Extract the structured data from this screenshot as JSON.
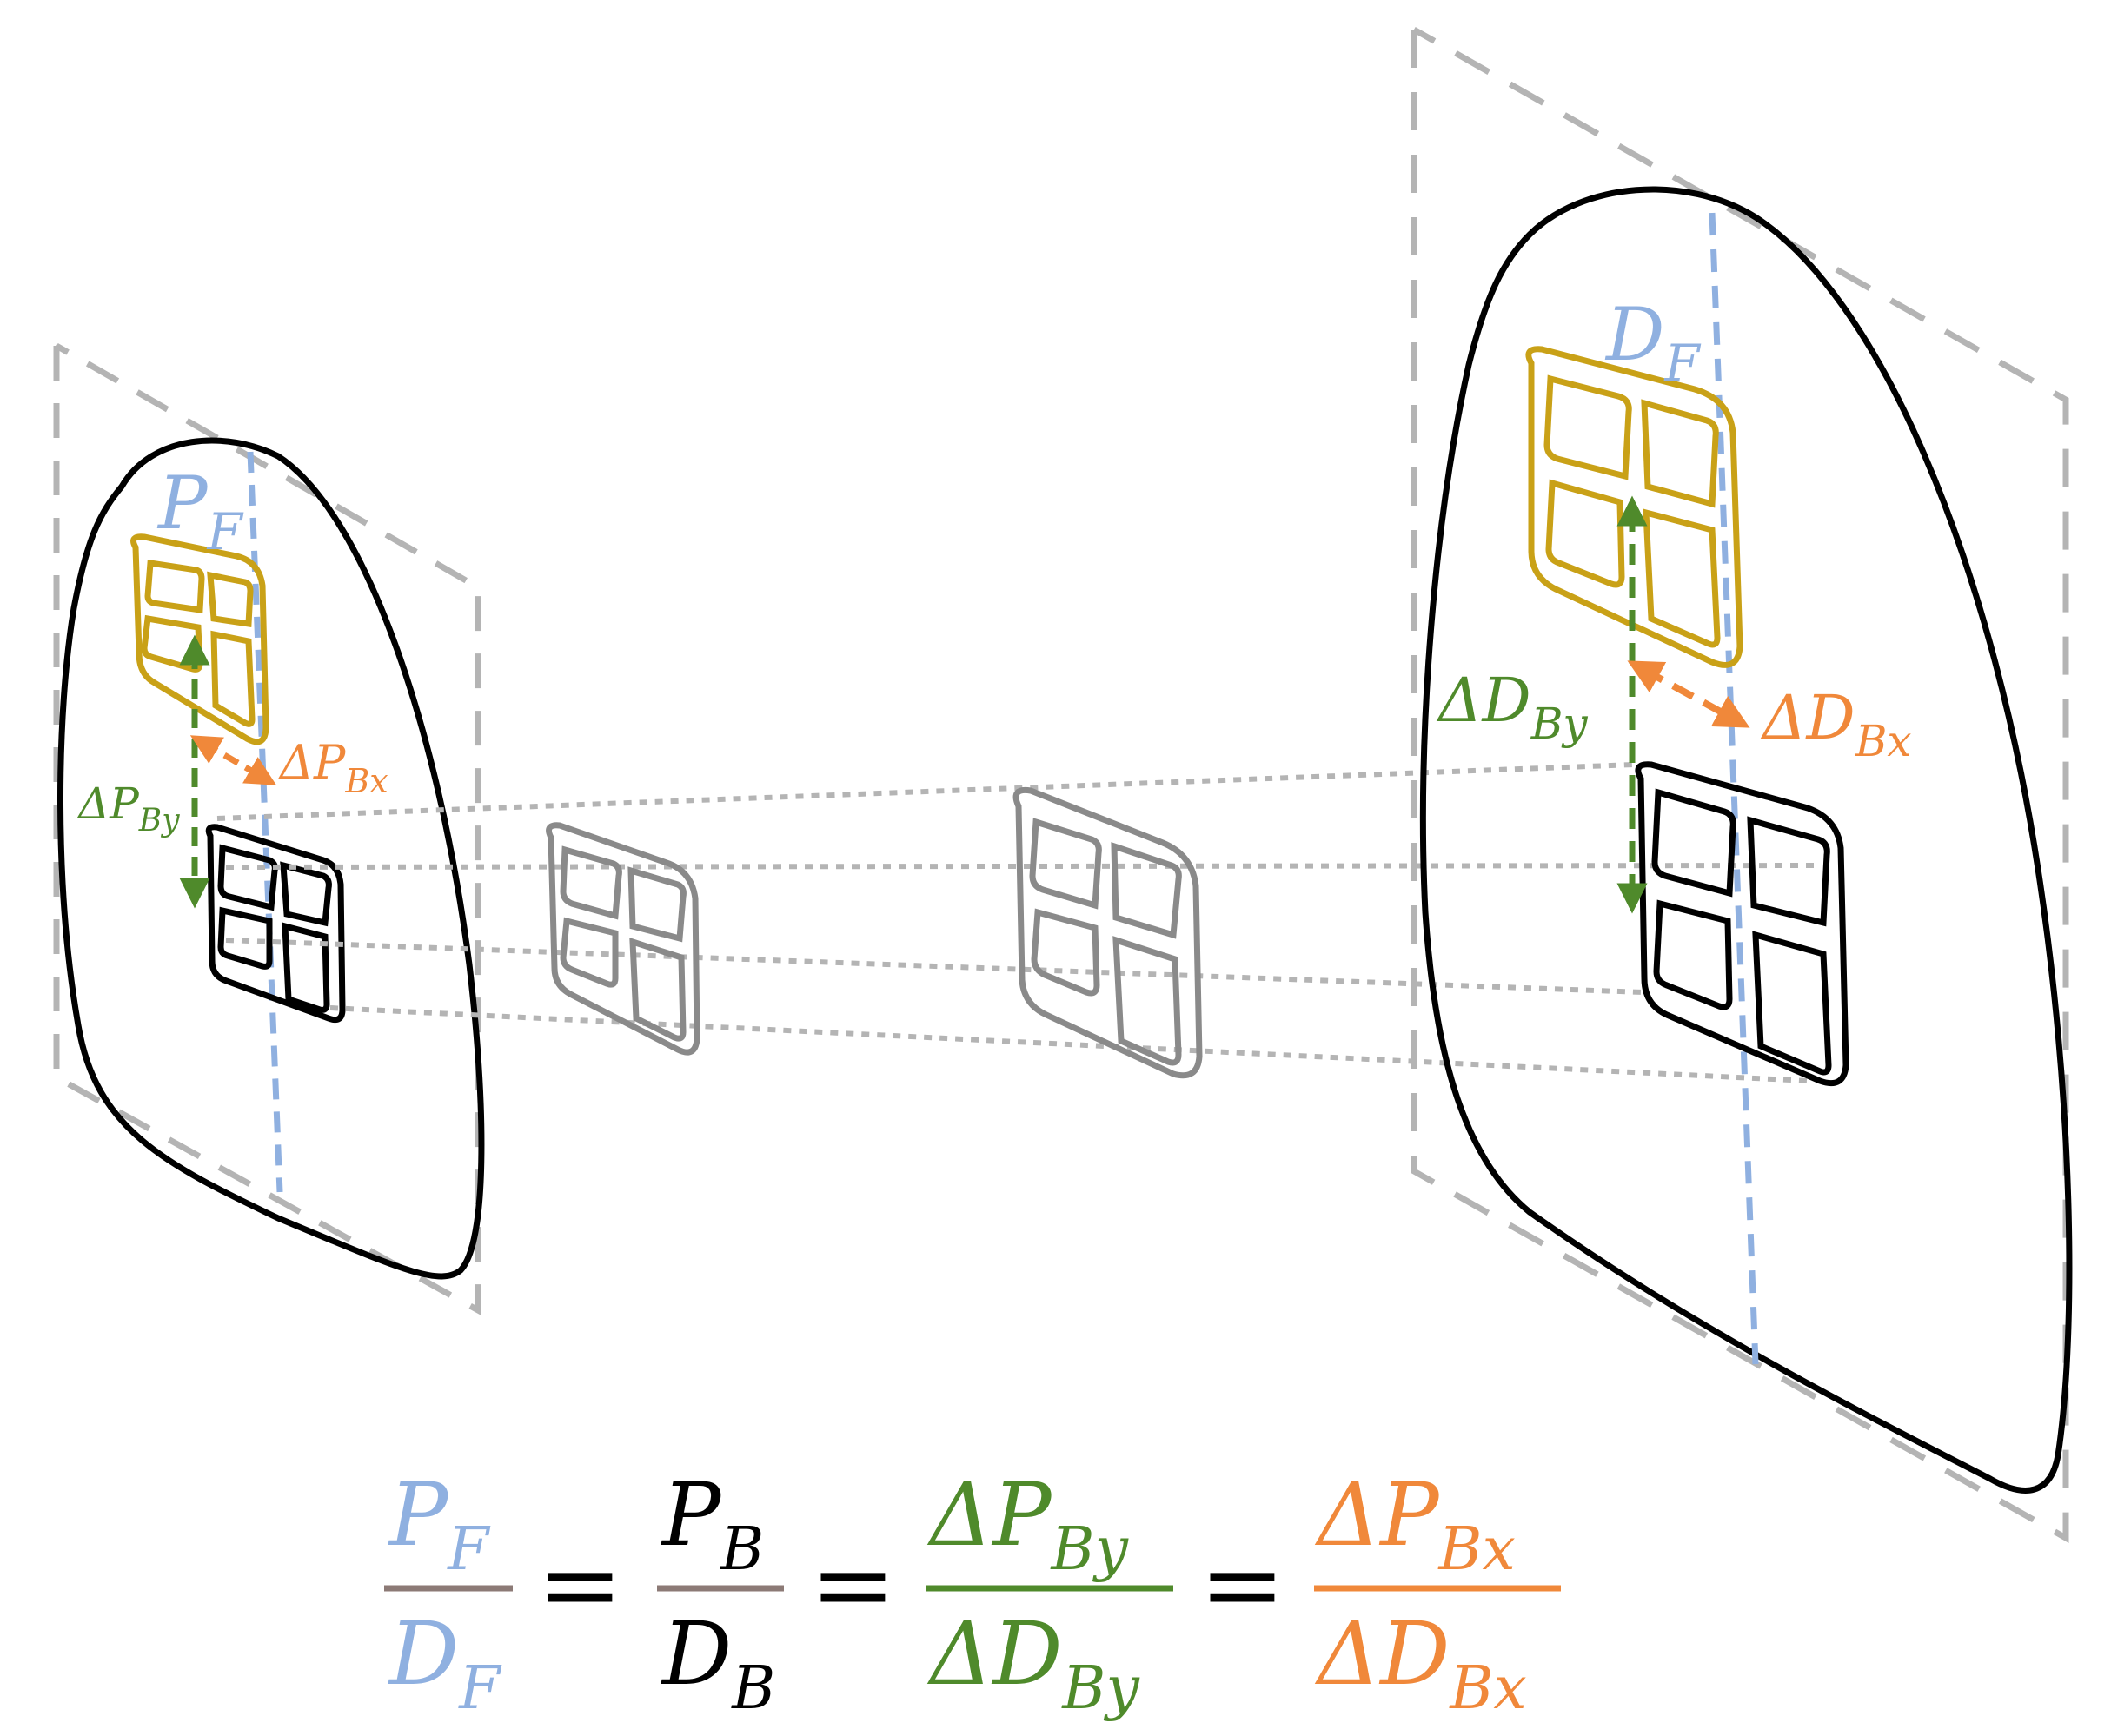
{
  "colors": {
    "blue": "#8fb0e0",
    "green": "#4f8a2b",
    "orange": "#f0883a",
    "gold": "#c9a117",
    "gray": "#9a9a9a",
    "frame": "#b4b4b4",
    "black": "#000000",
    "bar": "#8c7a76"
  },
  "left_panel": {
    "label_pf": {
      "main": "P",
      "sub": "F"
    },
    "label_dpby": {
      "main": "ΔP",
      "sub": "By"
    },
    "label_dpbx": {
      "main": "ΔP",
      "sub": "Bx"
    }
  },
  "right_panel": {
    "label_df": {
      "main": "D",
      "sub": "F"
    },
    "label_ddby": {
      "main": "ΔD",
      "sub": "By"
    },
    "label_ddbx": {
      "main": "ΔD",
      "sub": "Bx"
    }
  },
  "equation": {
    "f1_num": {
      "main": "P",
      "sub": "F"
    },
    "f1_den": {
      "main": "D",
      "sub": "F"
    },
    "f2_num": {
      "main": "P",
      "sub": "B"
    },
    "f2_den": {
      "main": "D",
      "sub": "B"
    },
    "f3_num": {
      "main": "ΔP",
      "sub": "By"
    },
    "f3_den": {
      "main": "ΔD",
      "sub": "By"
    },
    "f4_num": {
      "main": "ΔP",
      "sub": "Bx"
    },
    "f4_den": {
      "main": "ΔD",
      "sub": "Bx"
    },
    "equals": "="
  }
}
